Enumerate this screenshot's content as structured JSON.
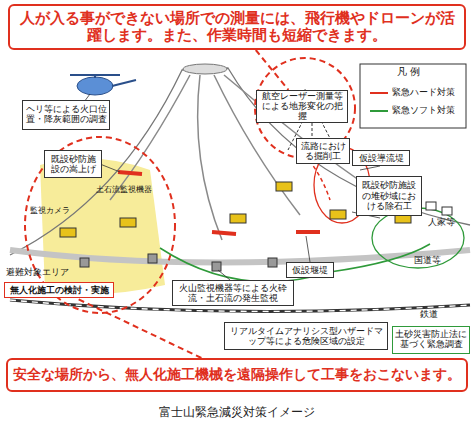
{
  "diagram": {
    "caption": "富士山緊急減災対策イメージ",
    "nodes": [
      {
        "text": [
          "人が入る事ができない場所での測量には、飛行機やドローンが活躍します。また、作業時間も短縮できます。"
        ]
      },
      {
        "text": [
          "ヘリ等による火口位置・降灰範囲の調査"
        ]
      },
      {
        "text": [
          "航空レーザー測量等による地形変化の把握"
        ]
      },
      {
        "text": [
          "流路における掘削工"
        ]
      },
      {
        "text": [
          "既設砂防施設の嵩上げ"
        ]
      },
      {
        "text": [
          "仮設導流堤"
        ]
      },
      {
        "text": [
          "既設砂防施設の堆砂域における除石工"
        ]
      },
      {
        "text": [
          "仮設堰堤"
        ]
      },
      {
        "text": [
          "無人化施工の検討・実施"
        ]
      },
      {
        "text": [
          "火山監視機器等による火砕流・土石流の発生監視"
        ]
      },
      {
        "text": [
          "リアルタイムアナリシス型ハザードマップ等による危険区域の設定"
        ]
      },
      {
        "text": [
          "土砂災害防止法に基づく緊急調査"
        ]
      },
      {
        "text": [
          "安全な場所から、無人化施工機械を遠隔操作して工事をおこないます。"
        ]
      }
    ],
    "edges": [
      {
        "from": 0,
        "to": 2,
        "arrow": "none"
      },
      {
        "from": 12,
        "to": 8,
        "arrow": "none"
      }
    ],
    "labels": [
      "凡 例",
      "土石流監視機器",
      "監視カメラ",
      "人家等",
      "国道等",
      "鉄道",
      "避難対象エリア"
    ],
    "legend": [
      {
        "text": "緊急ハード対策"
      },
      {
        "text": "緊急ソフト対策"
      }
    ]
  }
}
